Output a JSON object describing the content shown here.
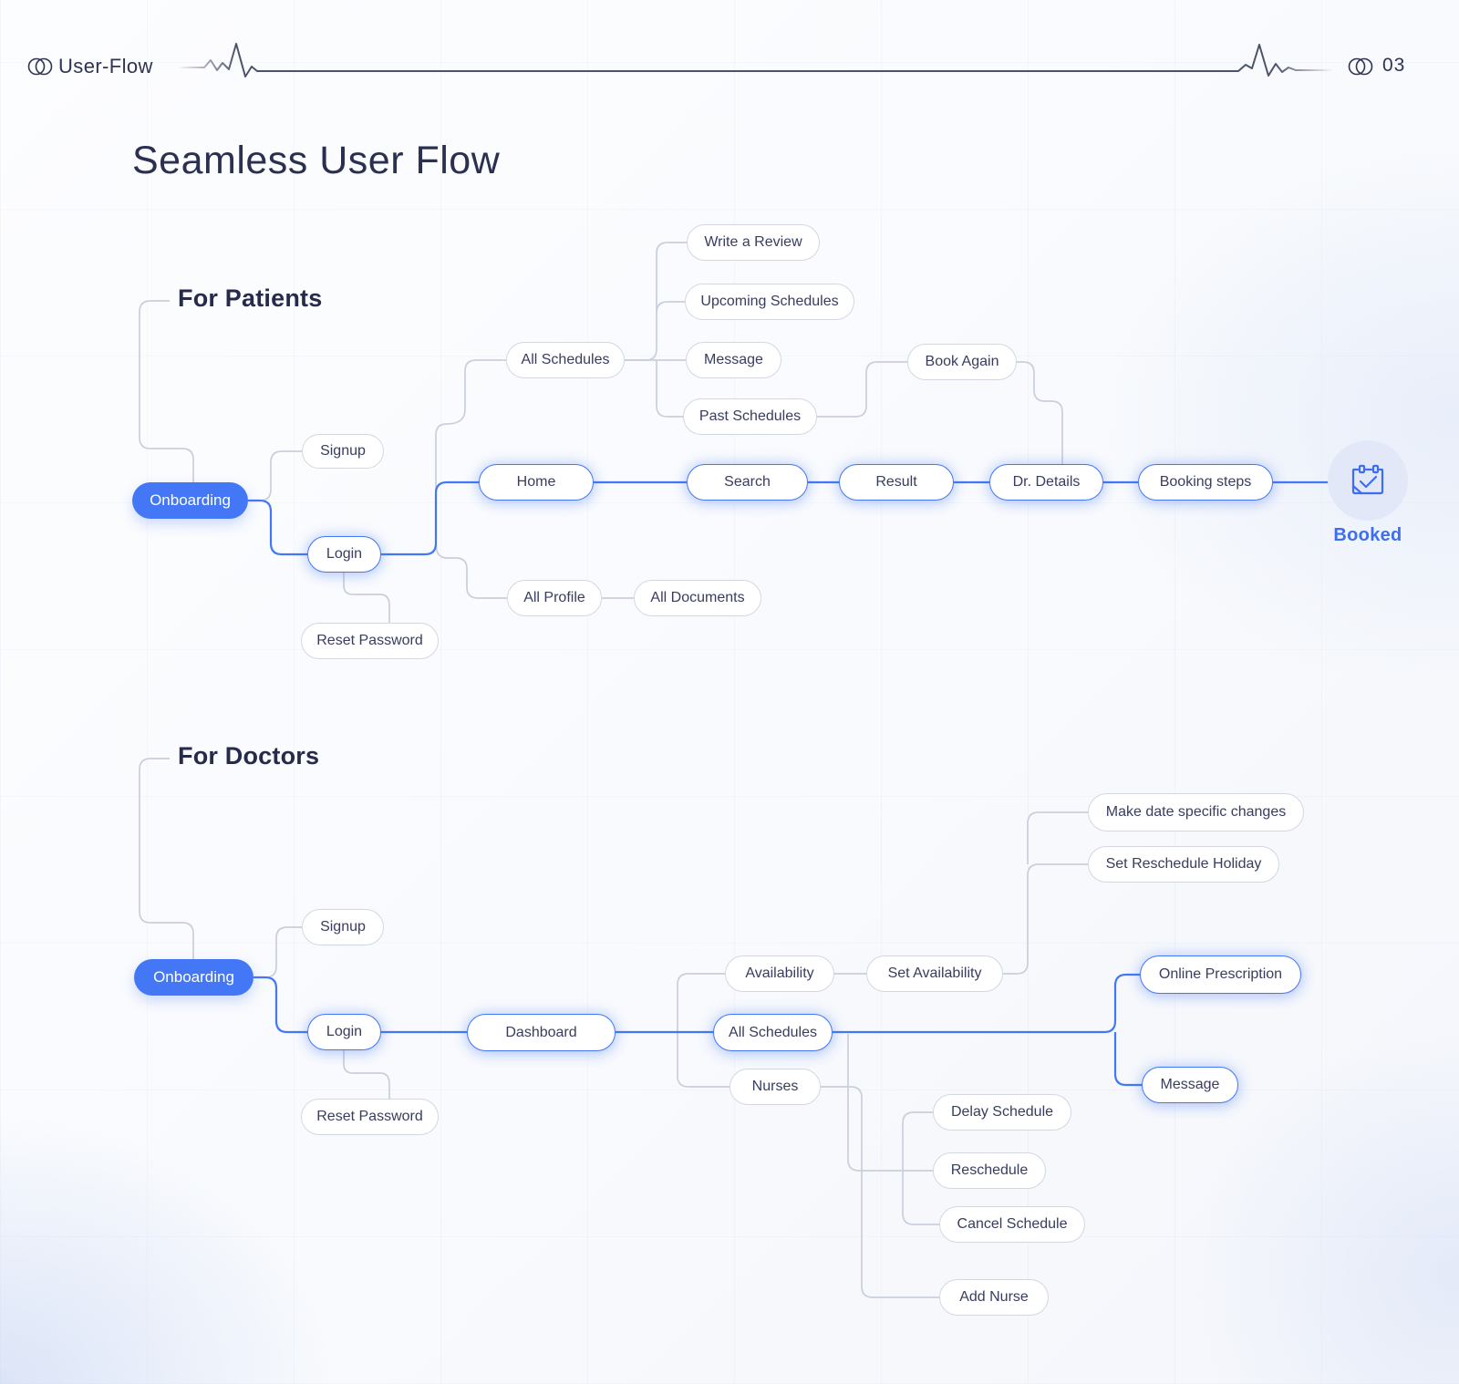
{
  "header": {
    "brand": "User-Flow",
    "page": "03"
  },
  "title": "Seamless User Flow",
  "colors": {
    "accent": "#4377F6",
    "ink": "#2E3452",
    "line_gray": "#C9CFDC",
    "booked_bg": "#E2E8F8"
  },
  "icons": [
    "venn-logo-icon",
    "pulse-line",
    "calendar-check-icon"
  ],
  "flows": {
    "patients": {
      "heading": "For Patients",
      "nodes": {
        "onboarding": "Onboarding",
        "signup": "Signup",
        "login": "Login",
        "reset_password": "Reset Password",
        "all_schedules": "All Schedules",
        "write_review": "Write a Review",
        "upcoming_schedules": "Upcoming Schedules",
        "message": "Message",
        "past_schedules": "Past Schedules",
        "book_again": "Book Again",
        "home": "Home",
        "search": "Search",
        "result": "Result",
        "dr_details": "Dr. Details",
        "booking_steps": "Booking steps",
        "all_profile": "All Profile",
        "all_documents": "All Documents",
        "booked": "Booked"
      }
    },
    "doctors": {
      "heading": "For Doctors",
      "nodes": {
        "onboarding": "Onboarding",
        "signup": "Signup",
        "login": "Login",
        "reset_password": "Reset Password",
        "dashboard": "Dashboard",
        "availability": "Availability",
        "set_availability": "Set Availability",
        "make_date_changes": "Make date specific changes",
        "set_reschedule_holiday": "Set Reschedule Holiday",
        "all_schedules": "All Schedules",
        "online_prescription": "Online Prescription",
        "message": "Message",
        "nurses": "Nurses",
        "delay_schedule": "Delay Schedule",
        "reschedule": "Reschedule",
        "cancel_schedule": "Cancel Schedule",
        "add_nurse": "Add Nurse"
      }
    }
  }
}
